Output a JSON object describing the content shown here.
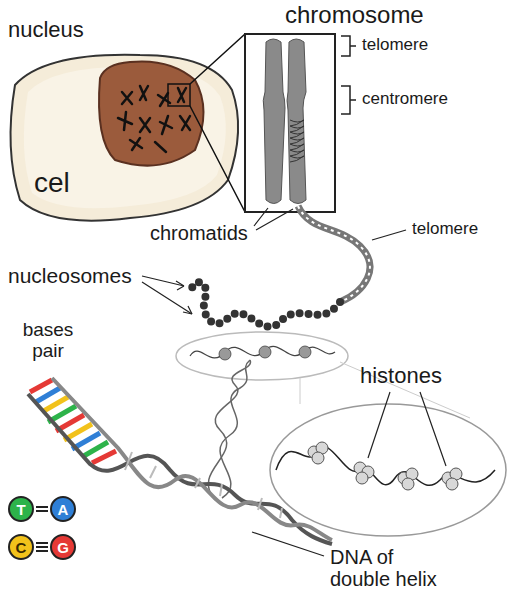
{
  "diagram": {
    "nodes": [
      {
        "text": [
          "T"
        ]
      },
      {
        "text": [
          "A"
        ]
      },
      {
        "text": [
          "C"
        ]
      },
      {
        "text": [
          "G"
        ]
      }
    ],
    "edges": [
      {
        "from": 0,
        "to": 1,
        "arrow": "none"
      },
      {
        "from": 2,
        "to": 3,
        "arrow": "none"
      }
    ],
    "labels": [
      "nucleus",
      "chromosome",
      "telomere",
      "centromere",
      "cel",
      "chromatids",
      "telomere",
      "nucleosomes",
      "bases pair",
      "histones",
      "DNA of double helix"
    ]
  }
}
